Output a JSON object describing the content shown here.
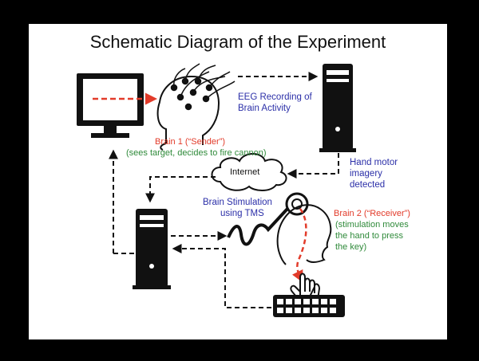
{
  "title": "Schematic Diagram of the Experiment",
  "labels": {
    "eeg_line1": "EEG Recording of",
    "eeg_line2": "Brain Activity",
    "sender_name": "Brain 1 (“Sender”)",
    "sender_desc": "(sees target, decides to fire cannon)",
    "internet": "Internet",
    "motor_line1": "Hand motor",
    "motor_line2": "imagery",
    "motor_line3": "detected",
    "tms_line1": "Brain Stimulation",
    "tms_line2": "using TMS",
    "receiver_name": "Brain 2 (“Receiver”)",
    "receiver_line1": "(stimulation moves",
    "receiver_line2": "the hand to press",
    "receiver_line3": "the key)"
  },
  "colors": {
    "background": "#000000",
    "slide": "#ffffff",
    "label_blue": "#2b2fa8",
    "label_red": "#e23b2a",
    "label_green": "#2f8a3a",
    "signal_arrow": "#e23b2a"
  },
  "icons": [
    "monitor-icon",
    "sender-head-icon",
    "eeg-cap-icon",
    "computer-tower-icon",
    "cloud-icon",
    "tms-coil-icon",
    "receiver-head-icon",
    "hand-icon",
    "keyboard-icon"
  ]
}
